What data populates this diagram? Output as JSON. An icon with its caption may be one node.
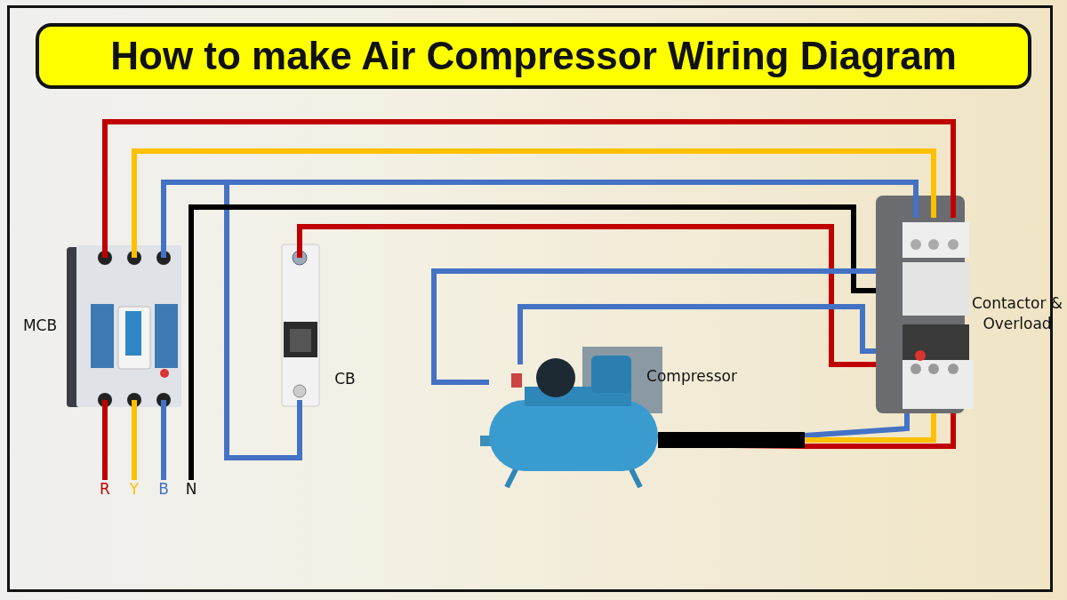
{
  "diagram": {
    "title": "How to make Air Compressor Wiring Diagram",
    "nodes": [
      {
        "text": [],
        "shape": "picture",
        "beside": [
          "MCB"
        ]
      },
      {
        "text": [],
        "shape": "picture",
        "beside": [
          "CB"
        ]
      },
      {
        "text": [],
        "shape": "picture",
        "beside": [
          "Compressor"
        ]
      },
      {
        "text": [],
        "shape": "picture",
        "beside": [
          "Contactor & Overload"
        ]
      },
      {
        "text": [
          "R"
        ]
      },
      {
        "text": [
          "Y"
        ]
      },
      {
        "text": [
          "B"
        ]
      },
      {
        "text": [
          "N"
        ]
      }
    ],
    "edges": [
      {
        "from": 0,
        "to": 3,
        "arrow": "none",
        "color": "#c00000"
      },
      {
        "from": 0,
        "to": 3,
        "arrow": "none",
        "color": "#ffc000"
      },
      {
        "from": 0,
        "to": 3,
        "arrow": "none",
        "color": "#4472c4"
      },
      {
        "from": 0,
        "to": 1,
        "arrow": "none",
        "color": "#4472c4"
      },
      {
        "from": 7,
        "to": 3,
        "arrow": "none",
        "color": "#000000"
      },
      {
        "from": 1,
        "to": 3,
        "arrow": "none",
        "color": "#c00000"
      },
      {
        "from": 2,
        "to": 3,
        "arrow": "none",
        "color": "#4472c4"
      },
      {
        "from": 2,
        "to": 3,
        "arrow": "none",
        "color": "#4472c4"
      },
      {
        "from": 2,
        "to": 3,
        "arrow": "none",
        "color": "#4472c4"
      },
      {
        "from": 2,
        "to": 3,
        "arrow": "none",
        "color": "#ffc000"
      },
      {
        "from": 2,
        "to": 3,
        "arrow": "none",
        "color": "#c00000"
      },
      {
        "from": 0,
        "to": 4,
        "arrow": "none",
        "color": "#c00000"
      },
      {
        "from": 0,
        "to": 5,
        "arrow": "none",
        "color": "#ffc000"
      },
      {
        "from": 0,
        "to": 6,
        "arrow": "none",
        "color": "#4472c4"
      }
    ]
  }
}
